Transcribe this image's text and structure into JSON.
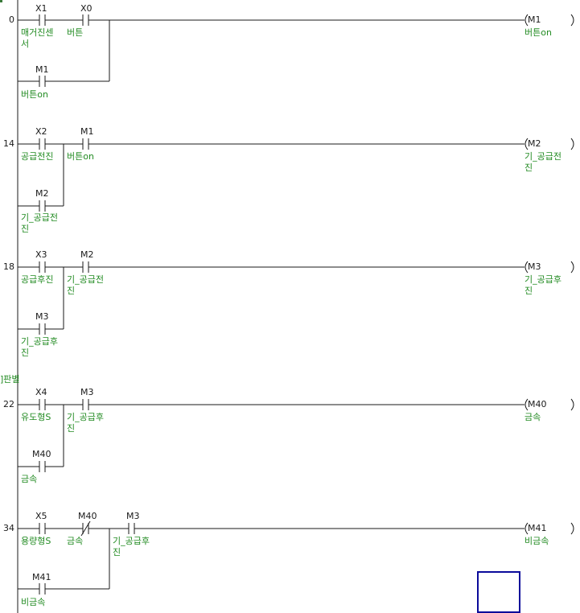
{
  "rungs": [
    {
      "step": "0",
      "contacts": [
        {
          "addr": "X1",
          "comment": "매거진센\n서"
        },
        {
          "addr": "X0",
          "comment": "버튼"
        }
      ],
      "branch": {
        "addr": "M1",
        "comment": "버튼on"
      },
      "coil": {
        "addr": "M1",
        "comment": "버튼on"
      }
    },
    {
      "step": "14",
      "contacts": [
        {
          "addr": "X2",
          "comment": "공급전진"
        },
        {
          "addr": "M1",
          "comment": "버튼on"
        }
      ],
      "branch": {
        "addr": "M2",
        "comment": "기_공급전\n진"
      },
      "coil": {
        "addr": "M2",
        "comment": "기_공급전\n진"
      }
    },
    {
      "step": "18",
      "contacts": [
        {
          "addr": "X3",
          "comment": "공급후진"
        },
        {
          "addr": "M2",
          "comment": "기_공급전\n진"
        }
      ],
      "branch": {
        "addr": "M3",
        "comment": "기_공급후\n진"
      },
      "coil": {
        "addr": "M3",
        "comment": "기_공급후\n진"
      }
    },
    {
      "section_label": "]판별",
      "step": "22",
      "contacts": [
        {
          "addr": "X4",
          "comment": "유도형S"
        },
        {
          "addr": "M3",
          "comment": "기_공급후\n진"
        }
      ],
      "branch": {
        "addr": "M40",
        "comment": "금속"
      },
      "coil": {
        "addr": "M40",
        "comment": "금속"
      }
    },
    {
      "step": "34",
      "contacts": [
        {
          "addr": "X5",
          "comment": "용량형S"
        },
        {
          "addr": "M40",
          "comment": "금속",
          "type": "NC"
        },
        {
          "addr": "M3",
          "comment": "기_공급후\n진"
        }
      ],
      "branch": {
        "addr": "M41",
        "comment": "비금속"
      },
      "coil": {
        "addr": "M41",
        "comment": "비금속"
      }
    }
  ],
  "colors": {
    "line": "#1a1a1a",
    "comment": "#228b22",
    "cursor": "#0a0a9a"
  }
}
